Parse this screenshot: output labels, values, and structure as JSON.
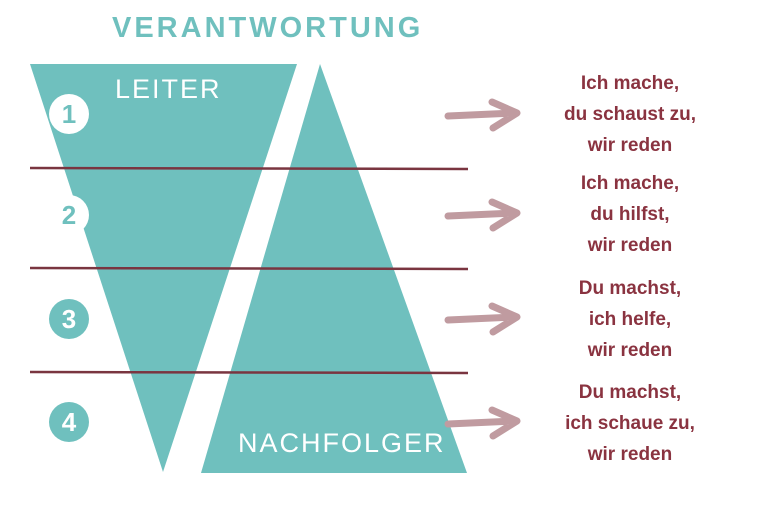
{
  "title": "VERANTWORTUNG",
  "leader_label": "LEITER",
  "follower_label": "NACHFOLGER",
  "colors": {
    "teal": "#6fc0be",
    "maroon": "#8a3340",
    "line": "#7a3540",
    "arrow": "#c09ba0"
  },
  "steps": [
    {
      "number": "1",
      "lines": [
        "Ich mache,",
        "du schaust zu,",
        "wir reden"
      ]
    },
    {
      "number": "2",
      "lines": [
        "Ich mache,",
        "du hilfst,",
        "wir reden"
      ]
    },
    {
      "number": "3",
      "lines": [
        "Du machst,",
        "ich helfe,",
        "wir reden"
      ]
    },
    {
      "number": "4",
      "lines": [
        "Du machst,",
        "ich schaue zu,",
        "wir reden"
      ]
    }
  ]
}
